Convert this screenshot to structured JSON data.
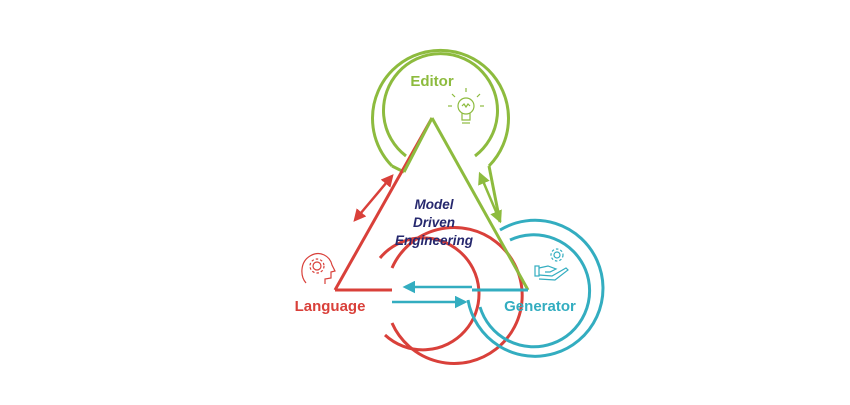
{
  "diagram": {
    "center_lines": [
      "Model",
      "Driven",
      "Engineering"
    ],
    "nodes": {
      "editor": {
        "label": "Editor",
        "icon": "lightbulb-icon",
        "color": "#8dbb3e"
      },
      "language": {
        "label": "Language",
        "icon": "head-gear-icon",
        "color": "#d9403a"
      },
      "generator": {
        "label": "Generator",
        "icon": "hand-gear-icon",
        "color": "#33adc0"
      }
    },
    "center_color": "#26286e"
  }
}
